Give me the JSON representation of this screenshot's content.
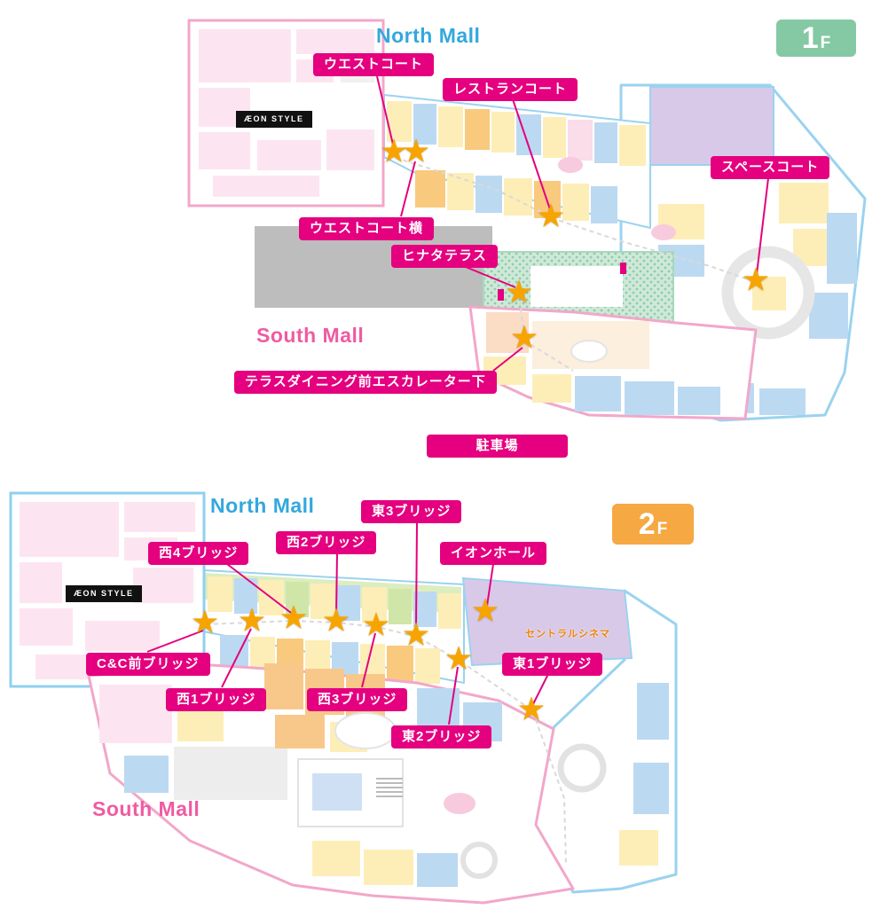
{
  "icons": {
    "star_marker": "★"
  },
  "colors": {
    "label_badge_bg": "#e4007f",
    "label_badge_text": "#ffffff",
    "north_mall_text": "#33a8dd",
    "south_mall_text": "#ef5ba1",
    "star_orange": "#f7a400",
    "floor1_badge_bg": "#85c9a4",
    "floor2_badge_bg": "#f6a843",
    "leader_line": "#e4007f",
    "map_palette": {
      "pale_pink": "#fce5f1",
      "pale_yellow": "#fdeeb8",
      "pale_blue": "#bcd9f2",
      "pale_green": "#dcedc0",
      "orange": "#f9c97e",
      "lavender": "#d9c9e9",
      "gray": "#bdbdbd",
      "terrace_green": "#cfe9d6"
    }
  },
  "floor1": {
    "floor_badge": {
      "number": "1",
      "suffix": "F"
    },
    "north_mall_label": "North Mall",
    "south_mall_label": "South Mall",
    "store_logo": "ÆON STYLE",
    "parking_label": "駐車場",
    "labels": [
      {
        "id": "west-court",
        "text": "ウエストコート"
      },
      {
        "id": "restaurant-court",
        "text": "レストランコート"
      },
      {
        "id": "space-court",
        "text": "スペースコート"
      },
      {
        "id": "west-court-side",
        "text": "ウエストコート横"
      },
      {
        "id": "hinata-terrace",
        "text": "ヒナタテラス"
      },
      {
        "id": "terrace-dining-escalator",
        "text": "テラスダイニング前エスカレーター下"
      }
    ]
  },
  "floor2": {
    "floor_badge": {
      "number": "2",
      "suffix": "F"
    },
    "north_mall_label": "North Mall",
    "south_mall_label": "South Mall",
    "store_logo": "ÆON STYLE",
    "cinema_label": "セントラルシネマ",
    "labels": [
      {
        "id": "east3-bridge",
        "text": "東3ブリッジ"
      },
      {
        "id": "west2-bridge",
        "text": "西2ブリッジ"
      },
      {
        "id": "west4-bridge",
        "text": "西4ブリッジ"
      },
      {
        "id": "aeon-hall",
        "text": "イオンホール"
      },
      {
        "id": "cc-front-bridge",
        "text": "C&C前ブリッジ"
      },
      {
        "id": "west1-bridge",
        "text": "西1ブリッジ"
      },
      {
        "id": "west3-bridge",
        "text": "西3ブリッジ"
      },
      {
        "id": "east2-bridge",
        "text": "東2ブリッジ"
      },
      {
        "id": "east1-bridge",
        "text": "東1ブリッジ"
      }
    ]
  }
}
